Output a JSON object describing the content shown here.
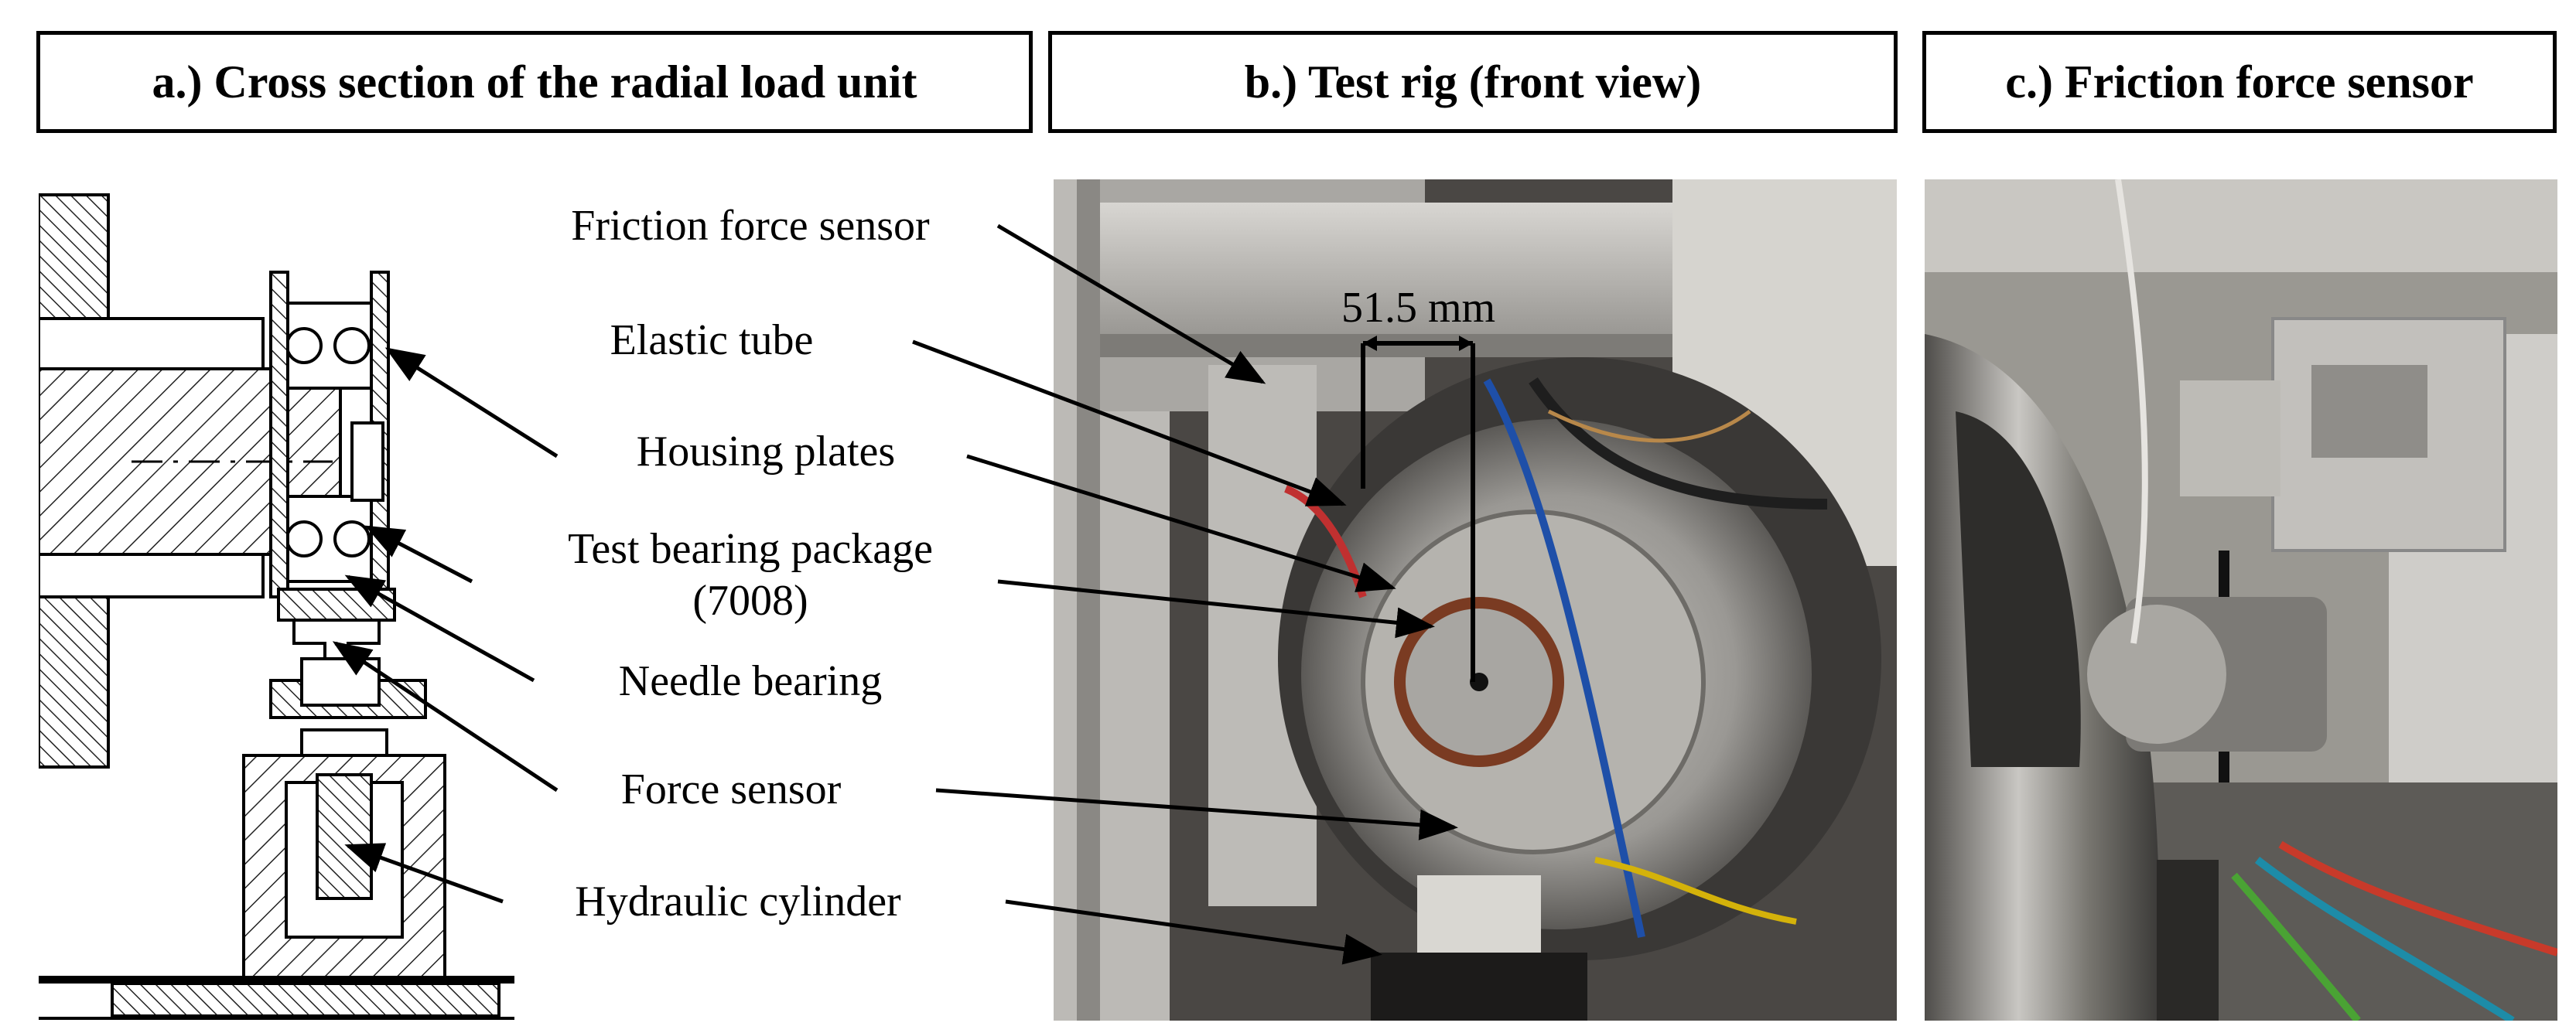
{
  "headers": {
    "a": "a.) Cross section of the radial load unit",
    "b": "b.) Test rig (front view)",
    "c": "c.) Friction force sensor"
  },
  "labels": {
    "friction_force_sensor": "Friction force sensor",
    "elastic_tube": "Elastic tube",
    "housing_plates": "Housing plates",
    "test_bearing_package_line1": "Test bearing package",
    "test_bearing_package_line2": "(7008)",
    "needle_bearing": "Needle bearing",
    "force_sensor": "Force sensor",
    "hydraulic_cylinder": "Hydraulic cylinder"
  },
  "dimension": "51.5 mm"
}
